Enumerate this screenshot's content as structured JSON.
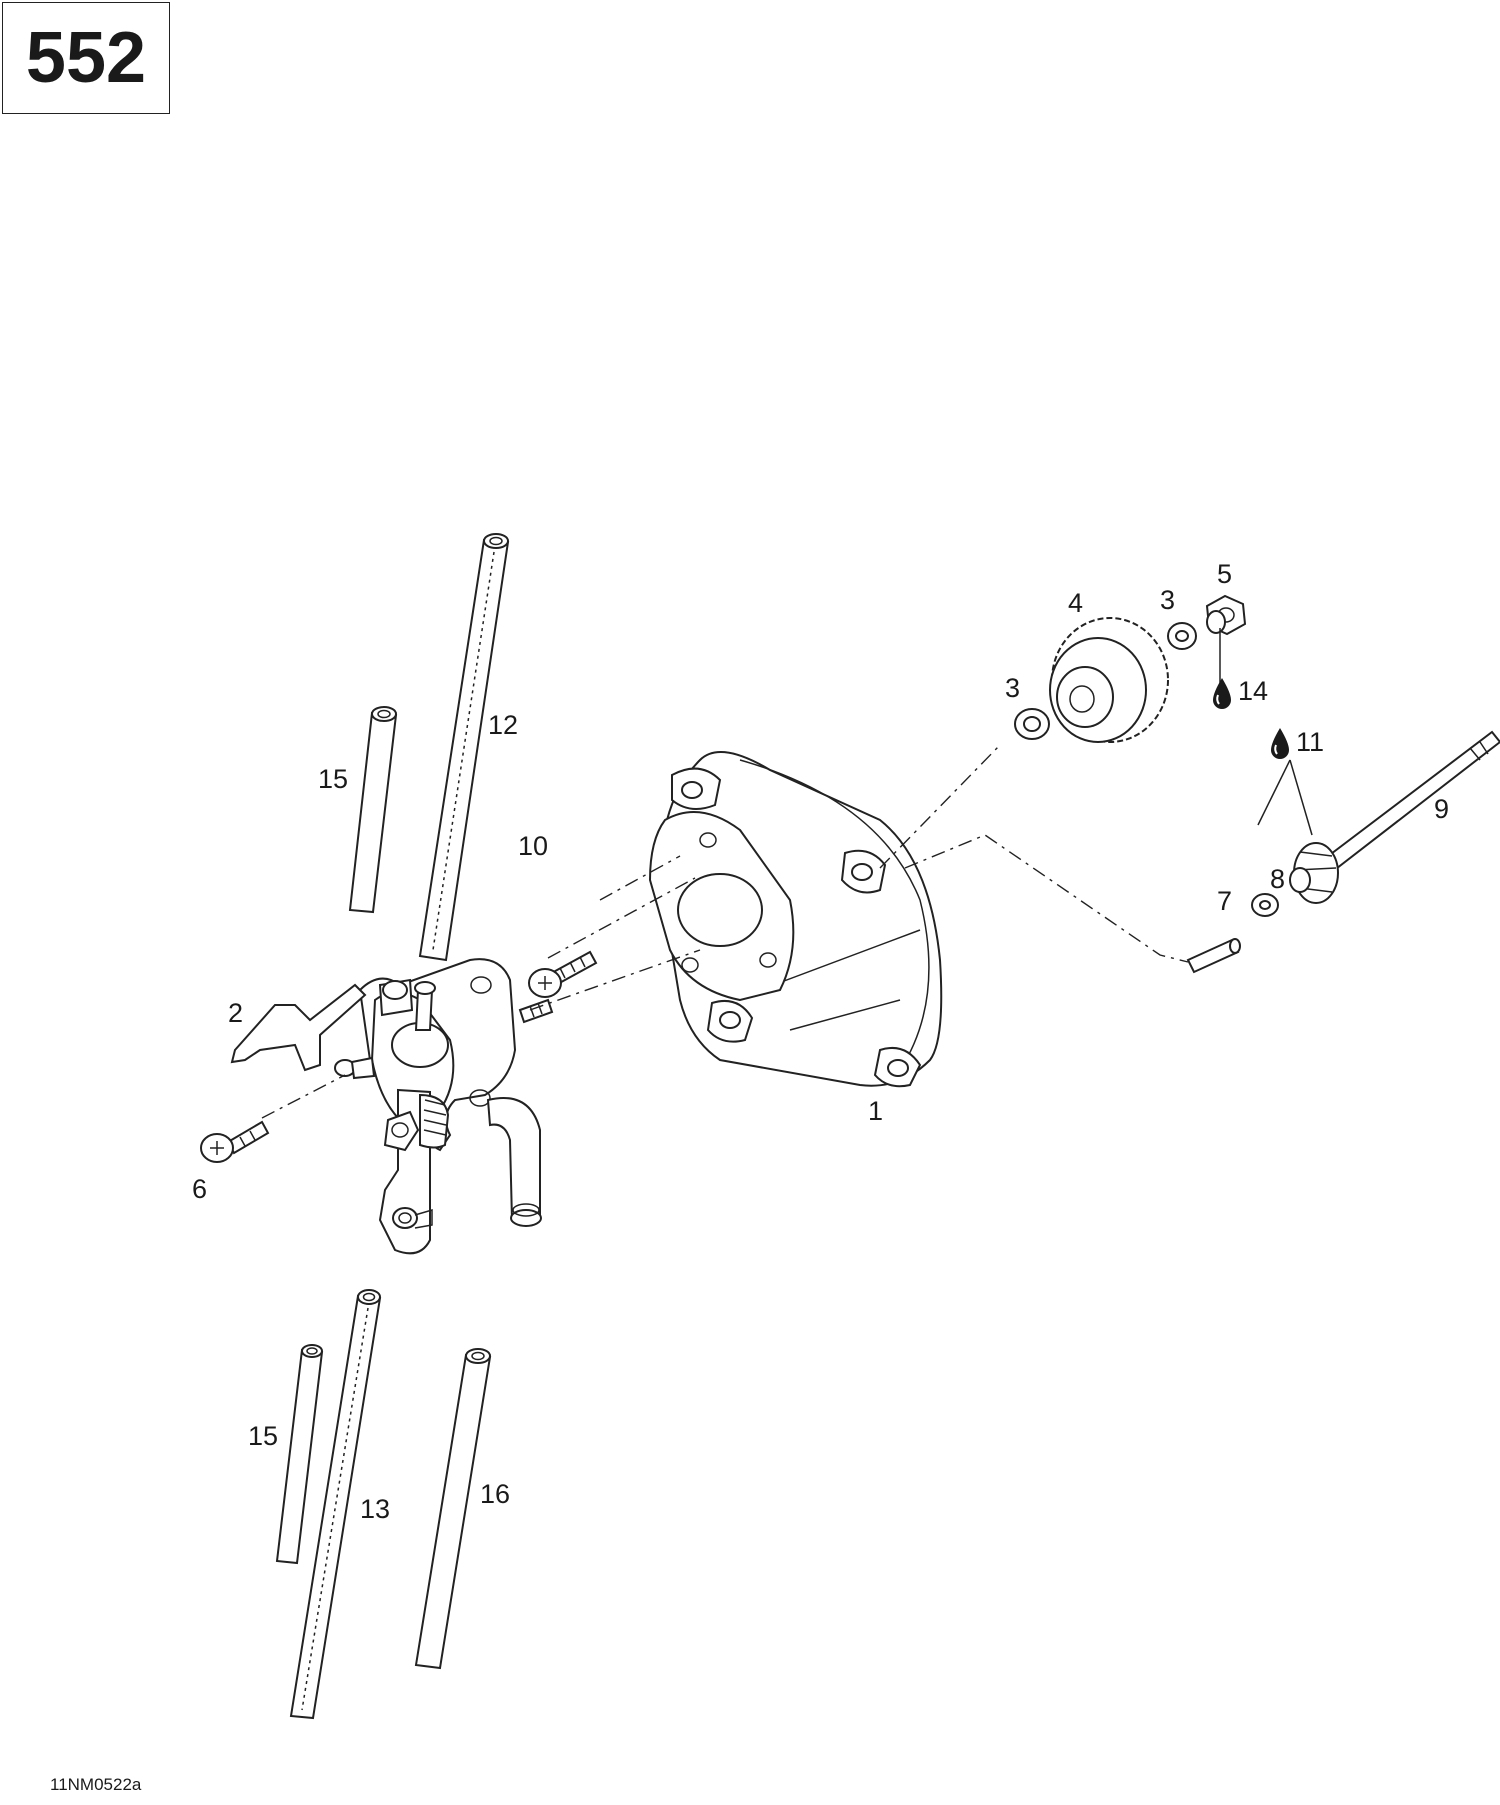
{
  "page_number": "552",
  "figure_code": "11NM0522a",
  "callouts": [
    {
      "id": "1",
      "text": "1"
    },
    {
      "id": "2",
      "text": "2"
    },
    {
      "id": "3a",
      "text": "3"
    },
    {
      "id": "3b",
      "text": "3"
    },
    {
      "id": "4",
      "text": "4"
    },
    {
      "id": "5",
      "text": "5"
    },
    {
      "id": "6",
      "text": "6"
    },
    {
      "id": "7",
      "text": "7"
    },
    {
      "id": "8",
      "text": "8"
    },
    {
      "id": "9",
      "text": "9"
    },
    {
      "id": "10",
      "text": "10"
    },
    {
      "id": "11",
      "text": "11"
    },
    {
      "id": "12",
      "text": "12"
    },
    {
      "id": "13",
      "text": "13"
    },
    {
      "id": "14",
      "text": "14"
    },
    {
      "id": "15a",
      "text": "15"
    },
    {
      "id": "15b",
      "text": "15"
    },
    {
      "id": "16",
      "text": "16"
    }
  ],
  "icons": {
    "lubricant_drop": "oil-drop-icon"
  }
}
